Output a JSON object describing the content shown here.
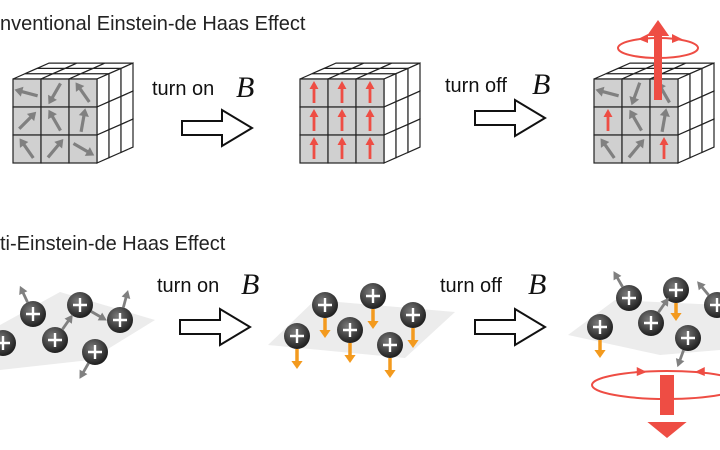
{
  "titles": {
    "top": "nventional Einstein-de Haas Effect",
    "bottom": "ti-Einstein-de Haas Effect"
  },
  "labels": {
    "turn_on": "turn on",
    "turn_off": "turn off",
    "field_symbol": "B"
  },
  "colors": {
    "cell_fill": "#d0d0d0",
    "gray_arrow": "#808080",
    "red_arrow": "#ee4d44",
    "orange_arrow": "#f39a1e",
    "particle": "#3a3a3a",
    "plane": "#ececec"
  },
  "cubes": [
    {
      "name": "random-spins-cube",
      "spins": [
        [
          -75,
          "gray"
        ],
        [
          210,
          "gray"
        ],
        [
          -35,
          "gray"
        ],
        [
          45,
          "gray"
        ],
        [
          -30,
          "gray"
        ],
        [
          10,
          "gray"
        ],
        [
          -35,
          "gray"
        ],
        [
          40,
          "gray"
        ],
        [
          120,
          "gray"
        ]
      ]
    },
    {
      "name": "aligned-spins-cube",
      "spins": [
        [
          0,
          "red"
        ],
        [
          0,
          "red"
        ],
        [
          0,
          "red"
        ],
        [
          0,
          "red"
        ],
        [
          0,
          "red"
        ],
        [
          0,
          "red"
        ],
        [
          0,
          "red"
        ],
        [
          0,
          "red"
        ],
        [
          0,
          "red"
        ]
      ]
    },
    {
      "name": "relaxed-rotating-cube",
      "spins": [
        [
          -75,
          "gray"
        ],
        [
          200,
          "gray"
        ],
        [
          -30,
          "gray"
        ],
        [
          0,
          "red"
        ],
        [
          -30,
          "gray"
        ],
        [
          10,
          "gray"
        ],
        [
          -35,
          "gray"
        ],
        [
          40,
          "gray"
        ],
        [
          0,
          "red"
        ]
      ]
    }
  ]
}
